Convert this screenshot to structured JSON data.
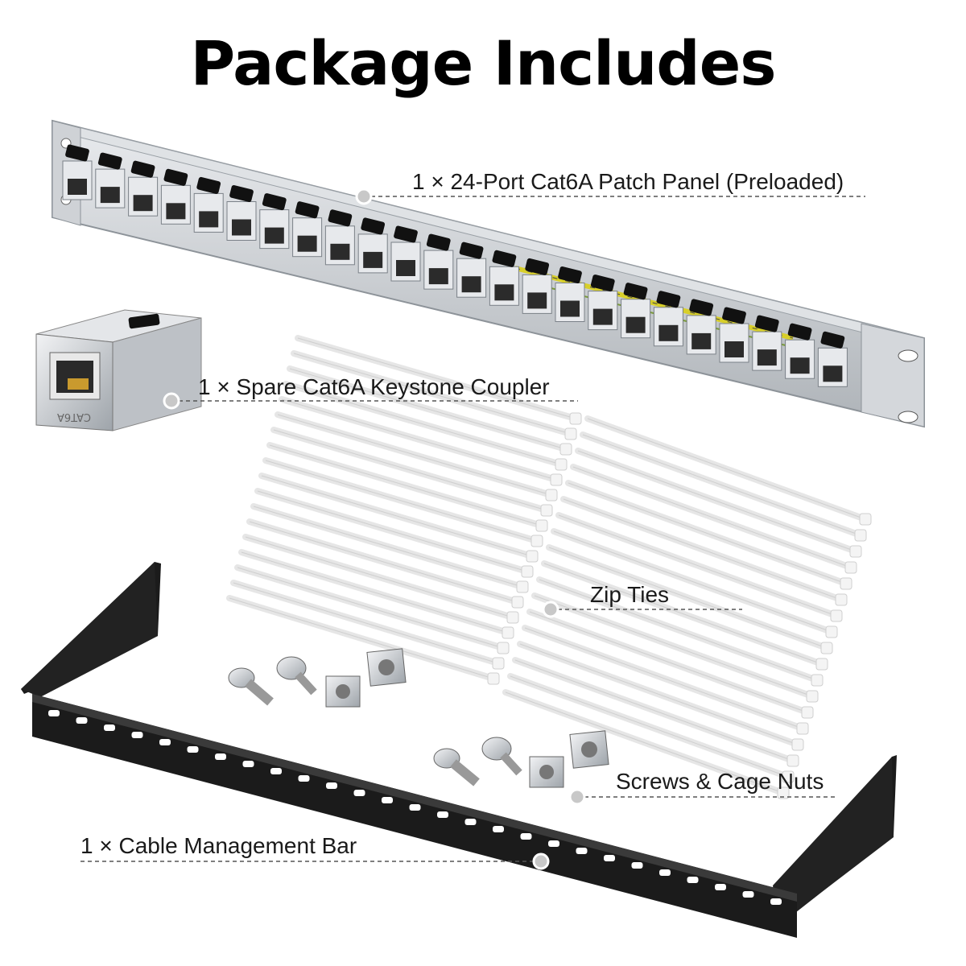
{
  "title": "Package Includes",
  "items": {
    "patch_panel": "1 × 24-Port Cat6A Patch Panel (Preloaded)",
    "coupler": "1 × Spare Cat6A Keystone Coupler",
    "zip_ties": "Zip Ties",
    "screws": "Screws & Cage Nuts",
    "bar": "1 × Cable Management Bar"
  },
  "coupler_marking": "CAT6A",
  "colors": {
    "panel_metal": "#c9ccd0",
    "bar_black": "#1b1b1b",
    "ground_wire": "#d8cf2a",
    "callout_dot": "#c8c8c8"
  }
}
